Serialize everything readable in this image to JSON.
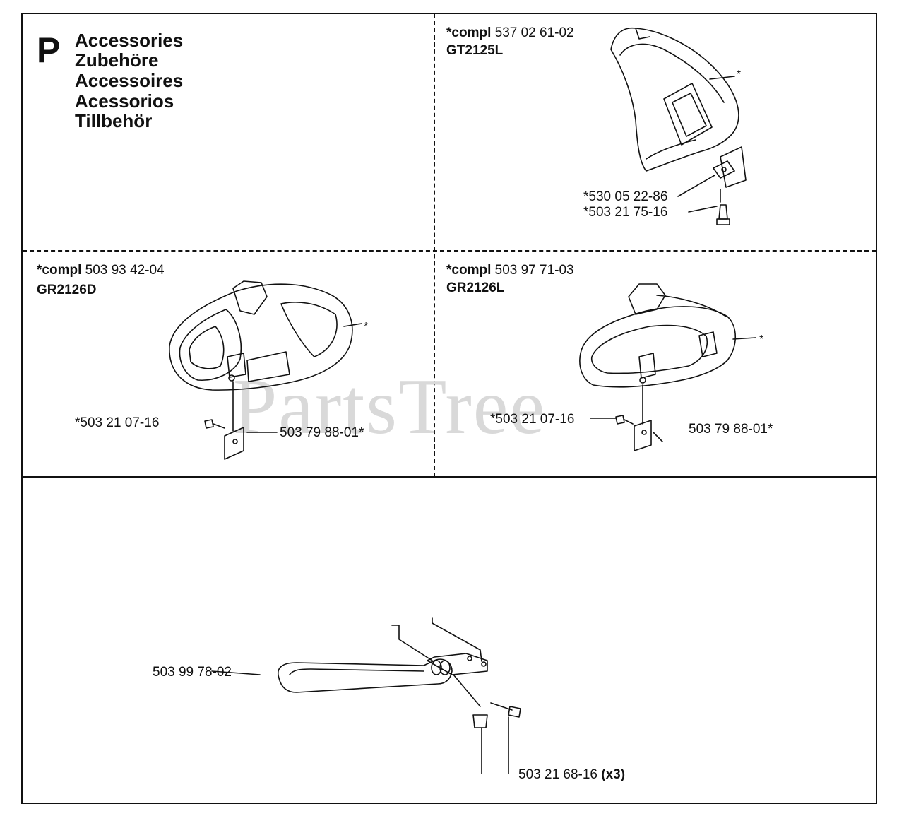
{
  "section": {
    "letter": "P",
    "titles": [
      "Accessories",
      "Zubehöre",
      "Accessoires",
      "Acessorios",
      "Tillbehör"
    ]
  },
  "watermark": "PartsTree",
  "panels": {
    "gt2125l": {
      "compl_prefix": "*compl",
      "compl_number": "537 02 61-02",
      "model": "GT2125L",
      "star": "*",
      "part_a": "*530 05 22-86",
      "part_b": "*503 21 75-16"
    },
    "gr2126d": {
      "compl_prefix": "*compl",
      "compl_number": "503 93 42-04",
      "model": "GR2126D",
      "star": "*",
      "screw": "*503 21 07-16",
      "plate": "503 79 88-01*"
    },
    "gr2126l": {
      "compl_prefix": "*compl",
      "compl_number": "503 97 71-03",
      "model": "GR2126L",
      "star": "*",
      "screw": "*503 21 07-16",
      "plate": "503 79 88-01*"
    },
    "handle": {
      "part": "503 99 78-02",
      "screw": "503 21 68-16",
      "qty": "(x3)"
    }
  }
}
